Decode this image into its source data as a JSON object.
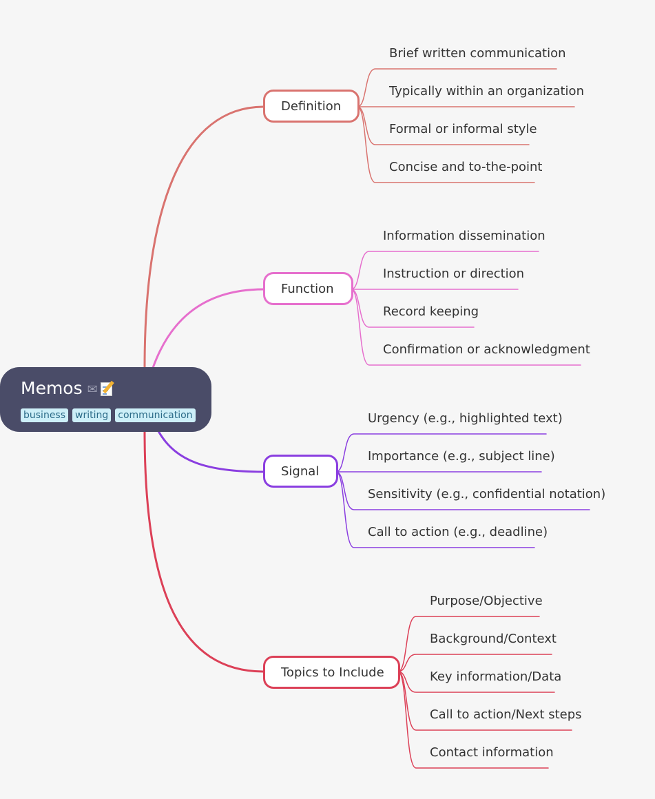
{
  "root": {
    "title": "Memos",
    "icons": [
      "envelope-icon",
      "memo-icon"
    ],
    "tags": [
      "business",
      "writing",
      "communication"
    ],
    "color": "#4a4c68"
  },
  "branches": [
    {
      "label": "Definition",
      "color": "#d9736f",
      "children": [
        "Brief written communication",
        "Typically within an organization",
        "Formal or informal style",
        "Concise and to-the-point"
      ]
    },
    {
      "label": "Function",
      "color": "#e66fcd",
      "children": [
        "Information dissemination",
        "Instruction or direction",
        "Record keeping",
        "Confirmation or acknowledgment"
      ]
    },
    {
      "label": "Signal",
      "color": "#8a3ee0",
      "children": [
        "Urgency (e.g., highlighted text)",
        "Importance (e.g., subject line)",
        "Sensitivity (e.g., confidential notation)",
        "Call to action (e.g., deadline)"
      ]
    },
    {
      "label": "Topics to Include",
      "color": "#dc4057",
      "children": [
        "Purpose/Objective",
        "Background/Context",
        "Key information/Data",
        "Call to action/Next steps",
        "Contact information"
      ]
    }
  ]
}
